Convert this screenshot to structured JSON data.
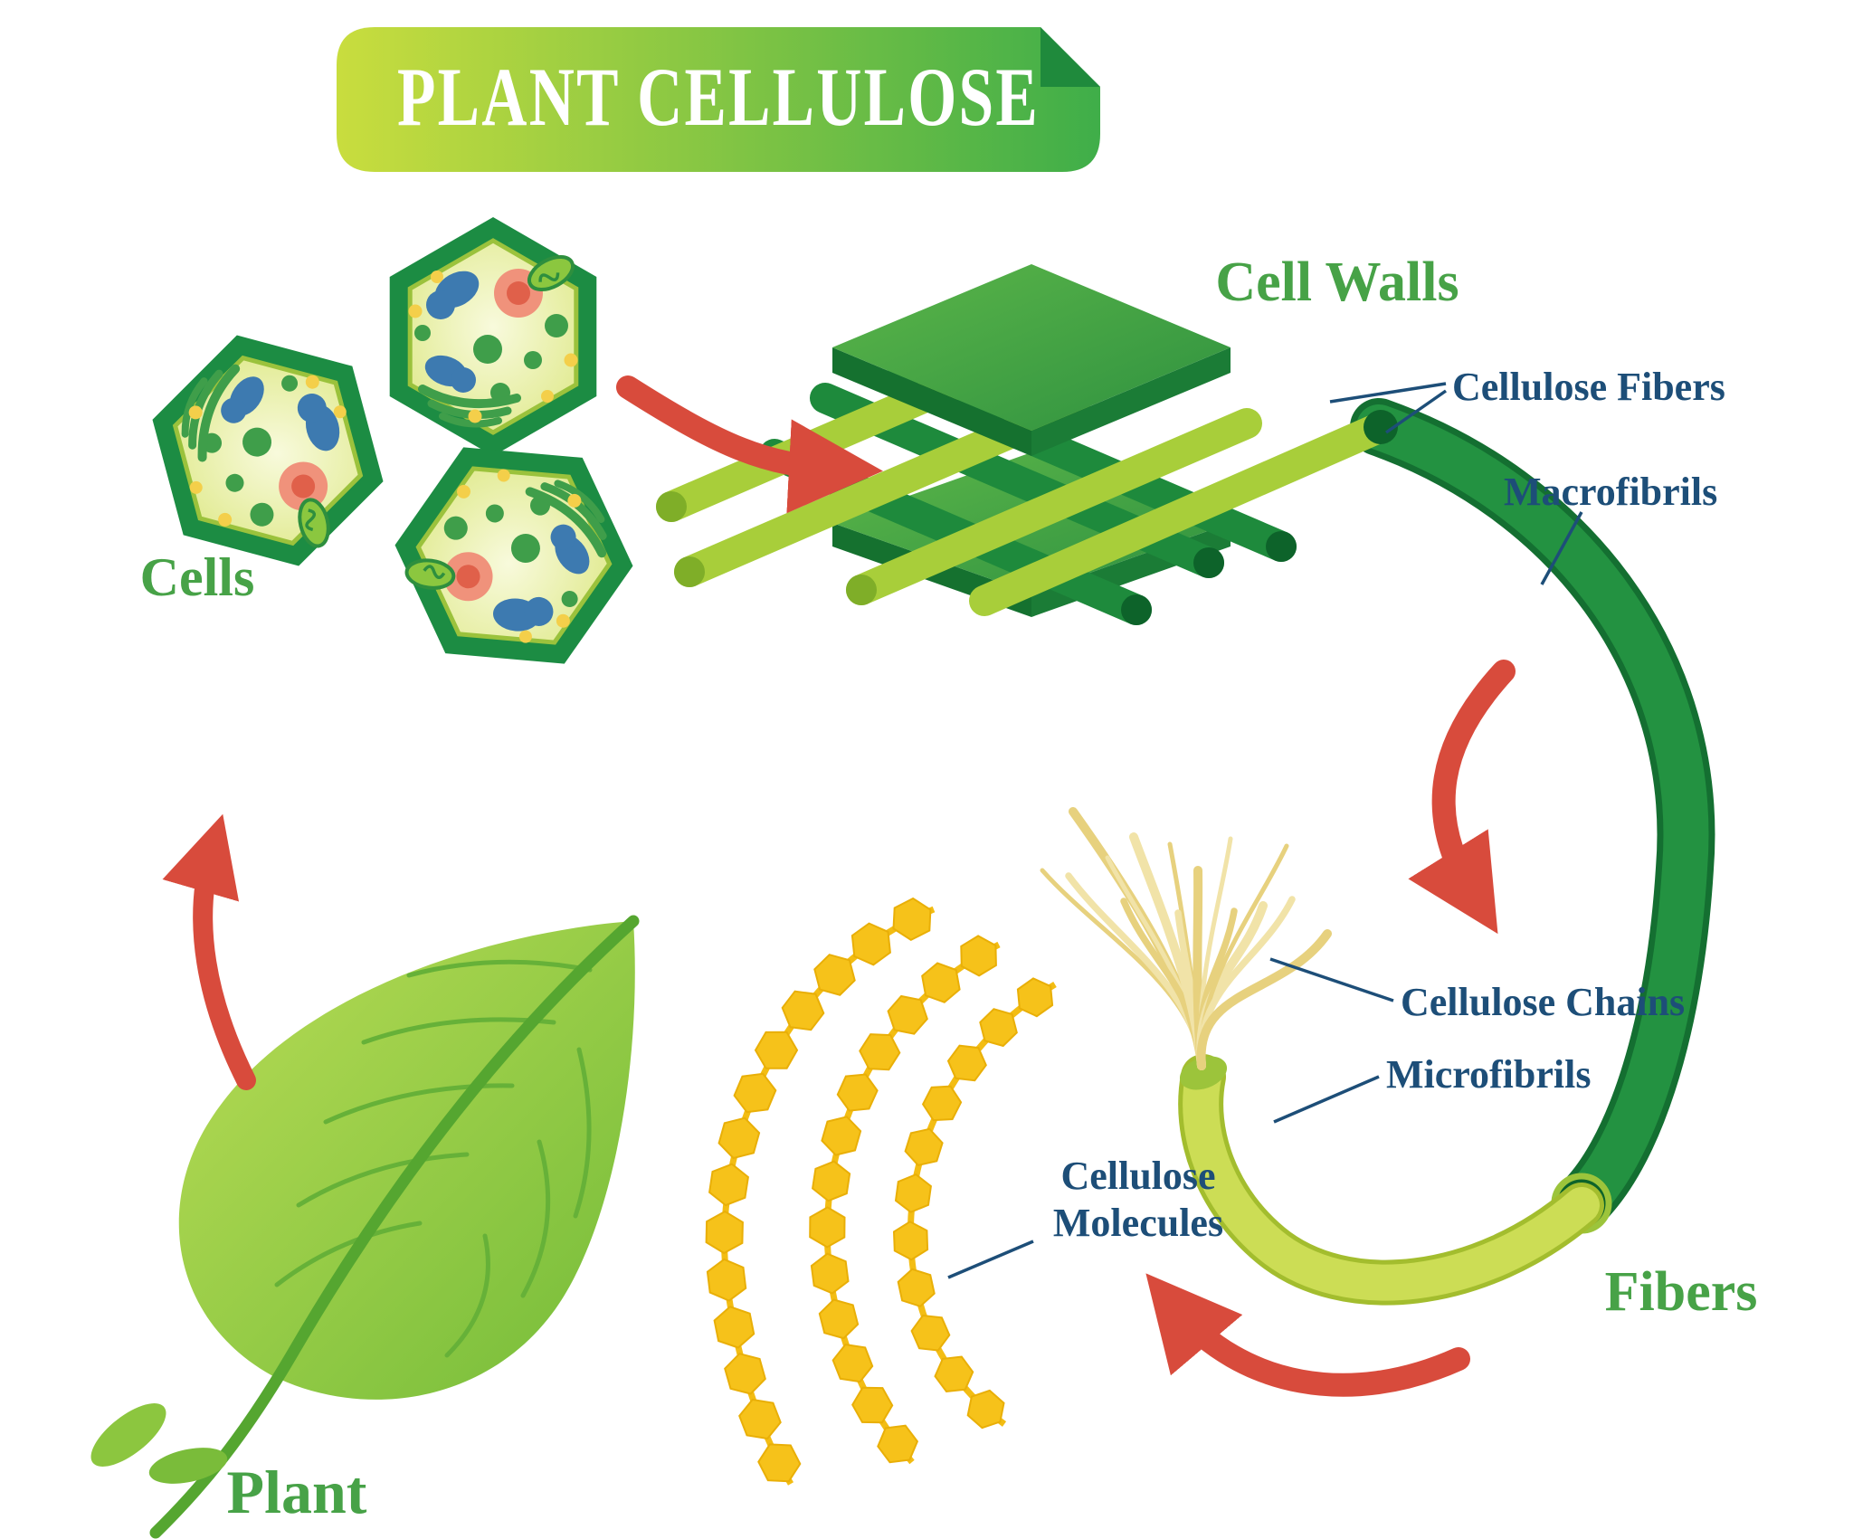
{
  "title": "PLANT CELLULOSE",
  "labels": {
    "cells": "Cells",
    "cell_walls": "Cell Walls",
    "cellulose_fibers": "Cellulose Fibers",
    "macrofibrils": "Macrofibrils",
    "cellulose_chains": "Cellulose Chains",
    "microfibrils": "Microfibrils",
    "cellulose_molecules_line1": "Cellulose",
    "cellulose_molecules_line2": "Molecules",
    "fibers": "Fibers",
    "plant": "Plant"
  },
  "colors": {
    "background": "#ffffff",
    "banner_gradient_left": "#c9dd3e",
    "banner_gradient_right": "#3fae49",
    "banner_fold": "#1f8a3c",
    "title_text": "#ffffff",
    "green_label": "#47a247",
    "blue_label": "#1d4e78",
    "arrow_red": "#d84b3c",
    "dark_green": "#1e8a3c",
    "light_green_rod": "#a8ce3a",
    "leaf_green": "#8cc63f",
    "molecule_yellow": "#f6c21a",
    "strand_cream": "#efe0a4"
  }
}
